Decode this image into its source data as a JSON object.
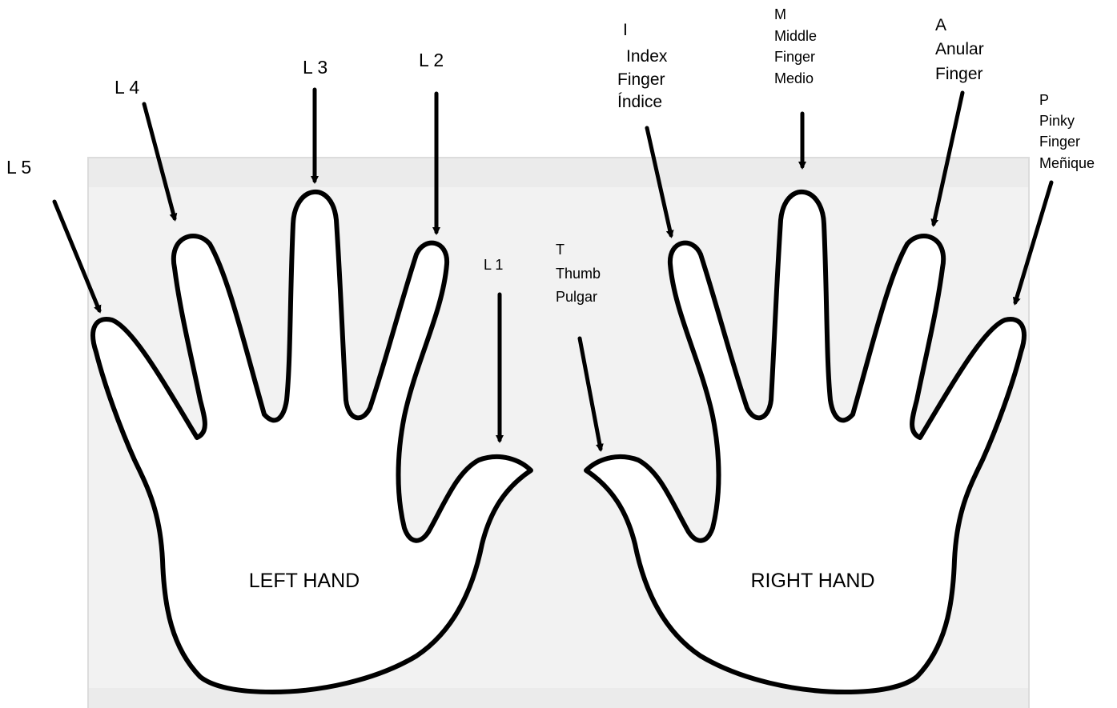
{
  "colors": {
    "panel": "#f2f2f2",
    "panel_border": "#dcdcdc",
    "ink": "#000000"
  },
  "hands": {
    "left": {
      "name": "LEFT HAND"
    },
    "right": {
      "name": "RIGHT HAND"
    }
  },
  "left_labels": {
    "l5": "L 5",
    "l4": "L 4",
    "l3": "L 3",
    "l2": "L 2",
    "l1": "L 1"
  },
  "right_labels": {
    "thumb": [
      "T",
      "Thumb",
      "Pulgar"
    ],
    "index": [
      "I",
      "Index",
      "Finger",
      "Índice"
    ],
    "middle": [
      "M",
      "Middle",
      "Finger",
      "Medio"
    ],
    "ring": [
      "A",
      "Anular",
      "Finger"
    ],
    "pinky": [
      "P",
      "Pinky",
      "Finger",
      "Meñique"
    ]
  }
}
